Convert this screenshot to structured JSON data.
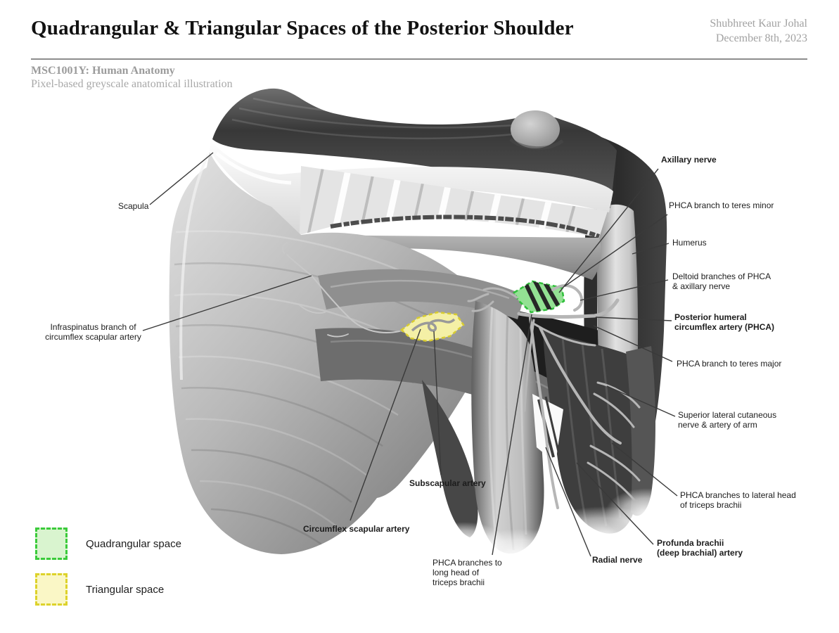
{
  "header": {
    "title": "Quadrangular & Triangular Spaces of the Posterior Shoulder",
    "author": "Shubhreet Kaur Johal",
    "date": "December 8th, 2023",
    "course": "MSC1001Y: Human Anatomy",
    "subtitle": "Pixel-based greyscale anatomical illustration"
  },
  "figure": {
    "description": "Greyscale anatomical illustration of the posterior shoulder with quadrangular and triangular spaces highlighted",
    "labels": [
      {
        "id": "scapula",
        "text": "Scapula"
      },
      {
        "id": "infraspinatus-branch",
        "text": "Infraspinatus branch of\ncircumflex scapular artery"
      },
      {
        "id": "axillary-nerve",
        "text": "Axillary nerve"
      },
      {
        "id": "phca-branch-teres-minor",
        "text": "PHCA branch to teres minor"
      },
      {
        "id": "humerus",
        "text": "Humerus"
      },
      {
        "id": "deltoid-branches",
        "text": "Deltoid branches of PHCA\n& axillary nerve"
      },
      {
        "id": "posterior-humeral-circumflex-artery",
        "text": "Posterior humeral\ncircumflex artery (PHCA)"
      },
      {
        "id": "phca-branch-teres-major",
        "text": "PHCA branch to teres major"
      },
      {
        "id": "superior-lateral-cutaneous",
        "text": "Superior lateral cutaneous\nnerve & artery of arm"
      },
      {
        "id": "phca-branches-lateral-head",
        "text": "PHCA branches to lateral head\nof triceps brachii"
      },
      {
        "id": "profunda-brachii",
        "text": "Profunda brachii\n(deep brachial) artery"
      },
      {
        "id": "radial-nerve",
        "text": "Radial nerve"
      },
      {
        "id": "phca-branches-long-head",
        "text": "PHCA branches to\nlong head of\ntriceps brachii"
      },
      {
        "id": "subscapular-artery",
        "text": "Subscapular artery"
      },
      {
        "id": "circumflex-scapular-artery",
        "text": "Circumflex scapular artery"
      }
    ]
  },
  "legend": {
    "items": [
      {
        "label": "Quadrangular space",
        "fill": "#d9f4cf",
        "border": "#3bcb3b"
      },
      {
        "label": "Triangular space",
        "fill": "#faf7c6",
        "border": "#ddd22b"
      }
    ]
  },
  "highlight_colors": {
    "quadrangular_space_fill": "#93e193",
    "quadrangular_space_border": "#2fbf3a",
    "triangular_space_fill": "#f4f0a6",
    "triangular_space_border": "#d8cc2e"
  }
}
